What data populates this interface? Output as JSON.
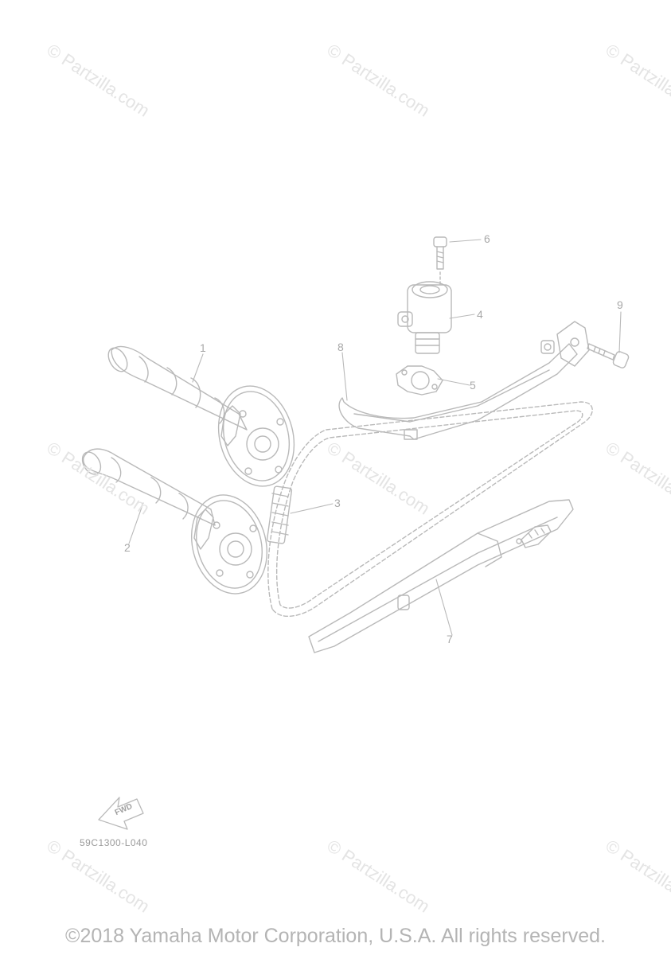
{
  "watermark": "© Partzilla.com",
  "callouts": {
    "1": "1",
    "2": "2",
    "3": "3",
    "4": "4",
    "5": "5",
    "6": "6",
    "7": "7",
    "8": "8",
    "9": "9"
  },
  "fwd_label": "FWD",
  "diagram_code": "59C1300-L040",
  "copyright": "©2018 Yamaha Motor Corporation, U.S.A. All rights reserved."
}
